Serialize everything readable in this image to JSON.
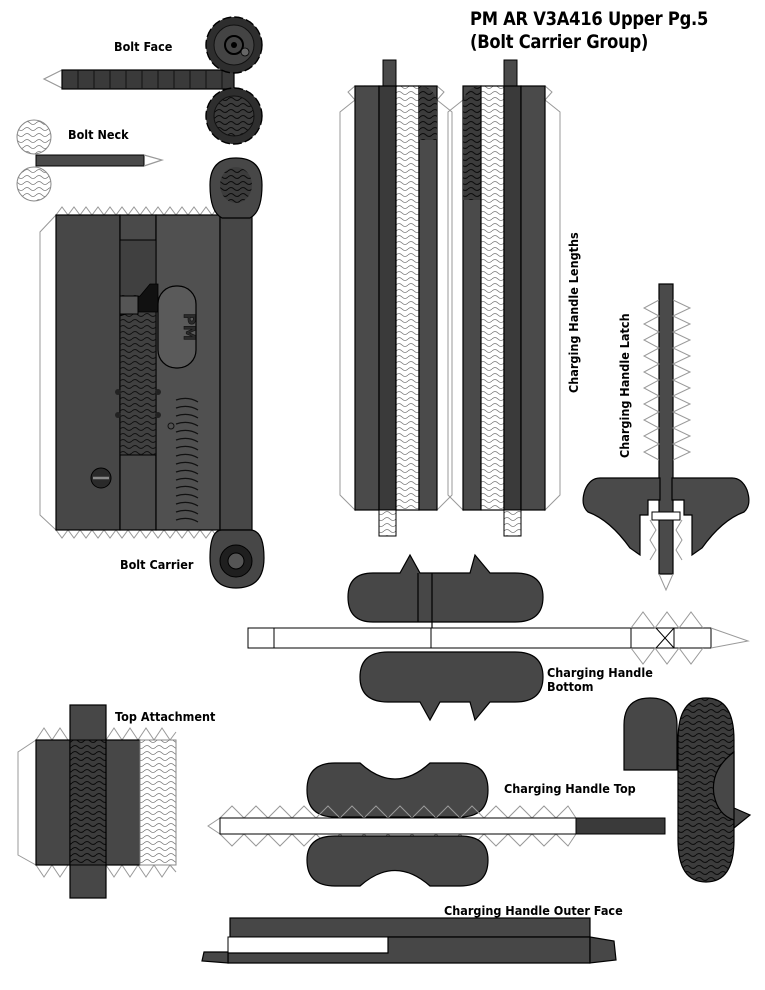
{
  "title": {
    "line1": "PM AR V3A416 Upper Pg.5",
    "line2": "(Bolt Carrier Group)"
  },
  "labels": {
    "bolt_face": "Bolt Face",
    "bolt_neck": "Bolt Neck",
    "bolt_carrier": "Bolt Carrier",
    "charging_handle_lengths": "Charging Handle Lengths",
    "charging_handle_latch": "Charging Handle Latch",
    "charging_handle_bottom_1": "Charging Handle",
    "charging_handle_bottom_2": "Bottom",
    "top_attachment": "Top Attachment",
    "charging_handle_top": "Charging Handle Top",
    "charging_handle_outer_face": "Charging Handle Outer Face"
  },
  "marks": {
    "logo": "PM"
  },
  "colors": {
    "part_fill": "#4a4a4a",
    "part_dark": "#3a3a3a",
    "outline": "#000000",
    "tab_outline": "#999999",
    "paper": "#ffffff"
  }
}
